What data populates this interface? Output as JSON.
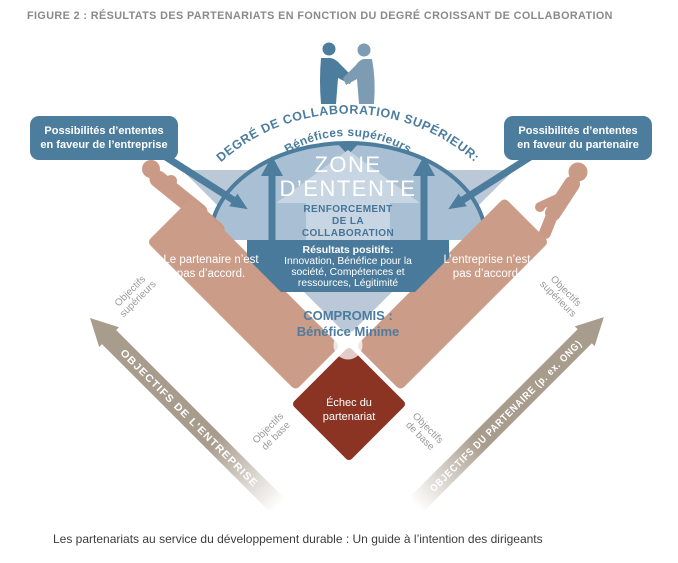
{
  "header": {
    "title": "FIGURE 2 : RÉSULTATS DES PARTENARIATS EN FONCTION DU DEGRÉ CROISSANT DE COLLABORATION"
  },
  "footer": {
    "caption": "Les partenariats au service du développement durable : Un guide à l’intention des dirigeants"
  },
  "callouts": {
    "left": {
      "line1": "Possibilités d’ententes",
      "line2": "en faveur de l’entreprise"
    },
    "right": {
      "line1": "Possibilités d’ententes",
      "line2": "en faveur du partenaire"
    }
  },
  "arc_title": {
    "line1": "DEGRÉ DE COLLABORATION SUPÉRIEUR:",
    "line2": "Bénéfices supérieurs"
  },
  "zone": {
    "line1": "ZONE",
    "line2": "D’ENTENTE"
  },
  "reinforcement": {
    "line1": "RENFORCEMENT",
    "line2": "DE LA",
    "line3": "COLLABORATION"
  },
  "results": {
    "line1": "Résultats positifs:",
    "line2": "Innovation, Bénéfice pour la",
    "line3": "société, Compétences et",
    "line4": "ressources, Légitimité"
  },
  "left_quadrant": {
    "line1": "Le partenaire n’est",
    "line2": "pas d’accord."
  },
  "right_quadrant": {
    "line1": "L’entreprise n’est",
    "line2": "pas d’accord."
  },
  "compromise": {
    "line1": "COMPROMIS :",
    "line2": "Bénéfice Minime"
  },
  "failure": {
    "line1": "Échec du",
    "line2": "partenariat"
  },
  "axis_labels": {
    "left_upper": {
      "line1": "Objectifs",
      "line2": "supérieurs"
    },
    "right_upper": {
      "line1": "Objectifs",
      "line2": "supérieurs"
    },
    "left_lower": {
      "line1": "Objectifs",
      "line2": "de base"
    },
    "right_lower": {
      "line1": "Objectifs",
      "line2": "de base"
    }
  },
  "axes": {
    "left": "OBJECTIFS DE L’ENTREPRISE",
    "right": "OBJECTIFS DU PARTENAIRE (p. ex. ONG)"
  },
  "icons": {
    "handshake": "handshake-people-icon",
    "figure_left": "person-pulling-left-icon",
    "figure_right": "person-pulling-right-icon"
  },
  "colors": {
    "steel_blue": "#4d7d9c",
    "dome_blue": "#a9bfd3",
    "panel_blue": "#4a7a9b",
    "light_arrow_blue": "#c8d5e2",
    "triangle_blue": "#bac8d8",
    "tan": "#cb9c88",
    "person_tan": "#c99a85",
    "dark_red": "#8c3423",
    "taupe": "#a89c8d",
    "label_gray": "#9a9a9a",
    "title_gray": "#8a8a8a",
    "caption_gray": "#3d3d3d"
  }
}
